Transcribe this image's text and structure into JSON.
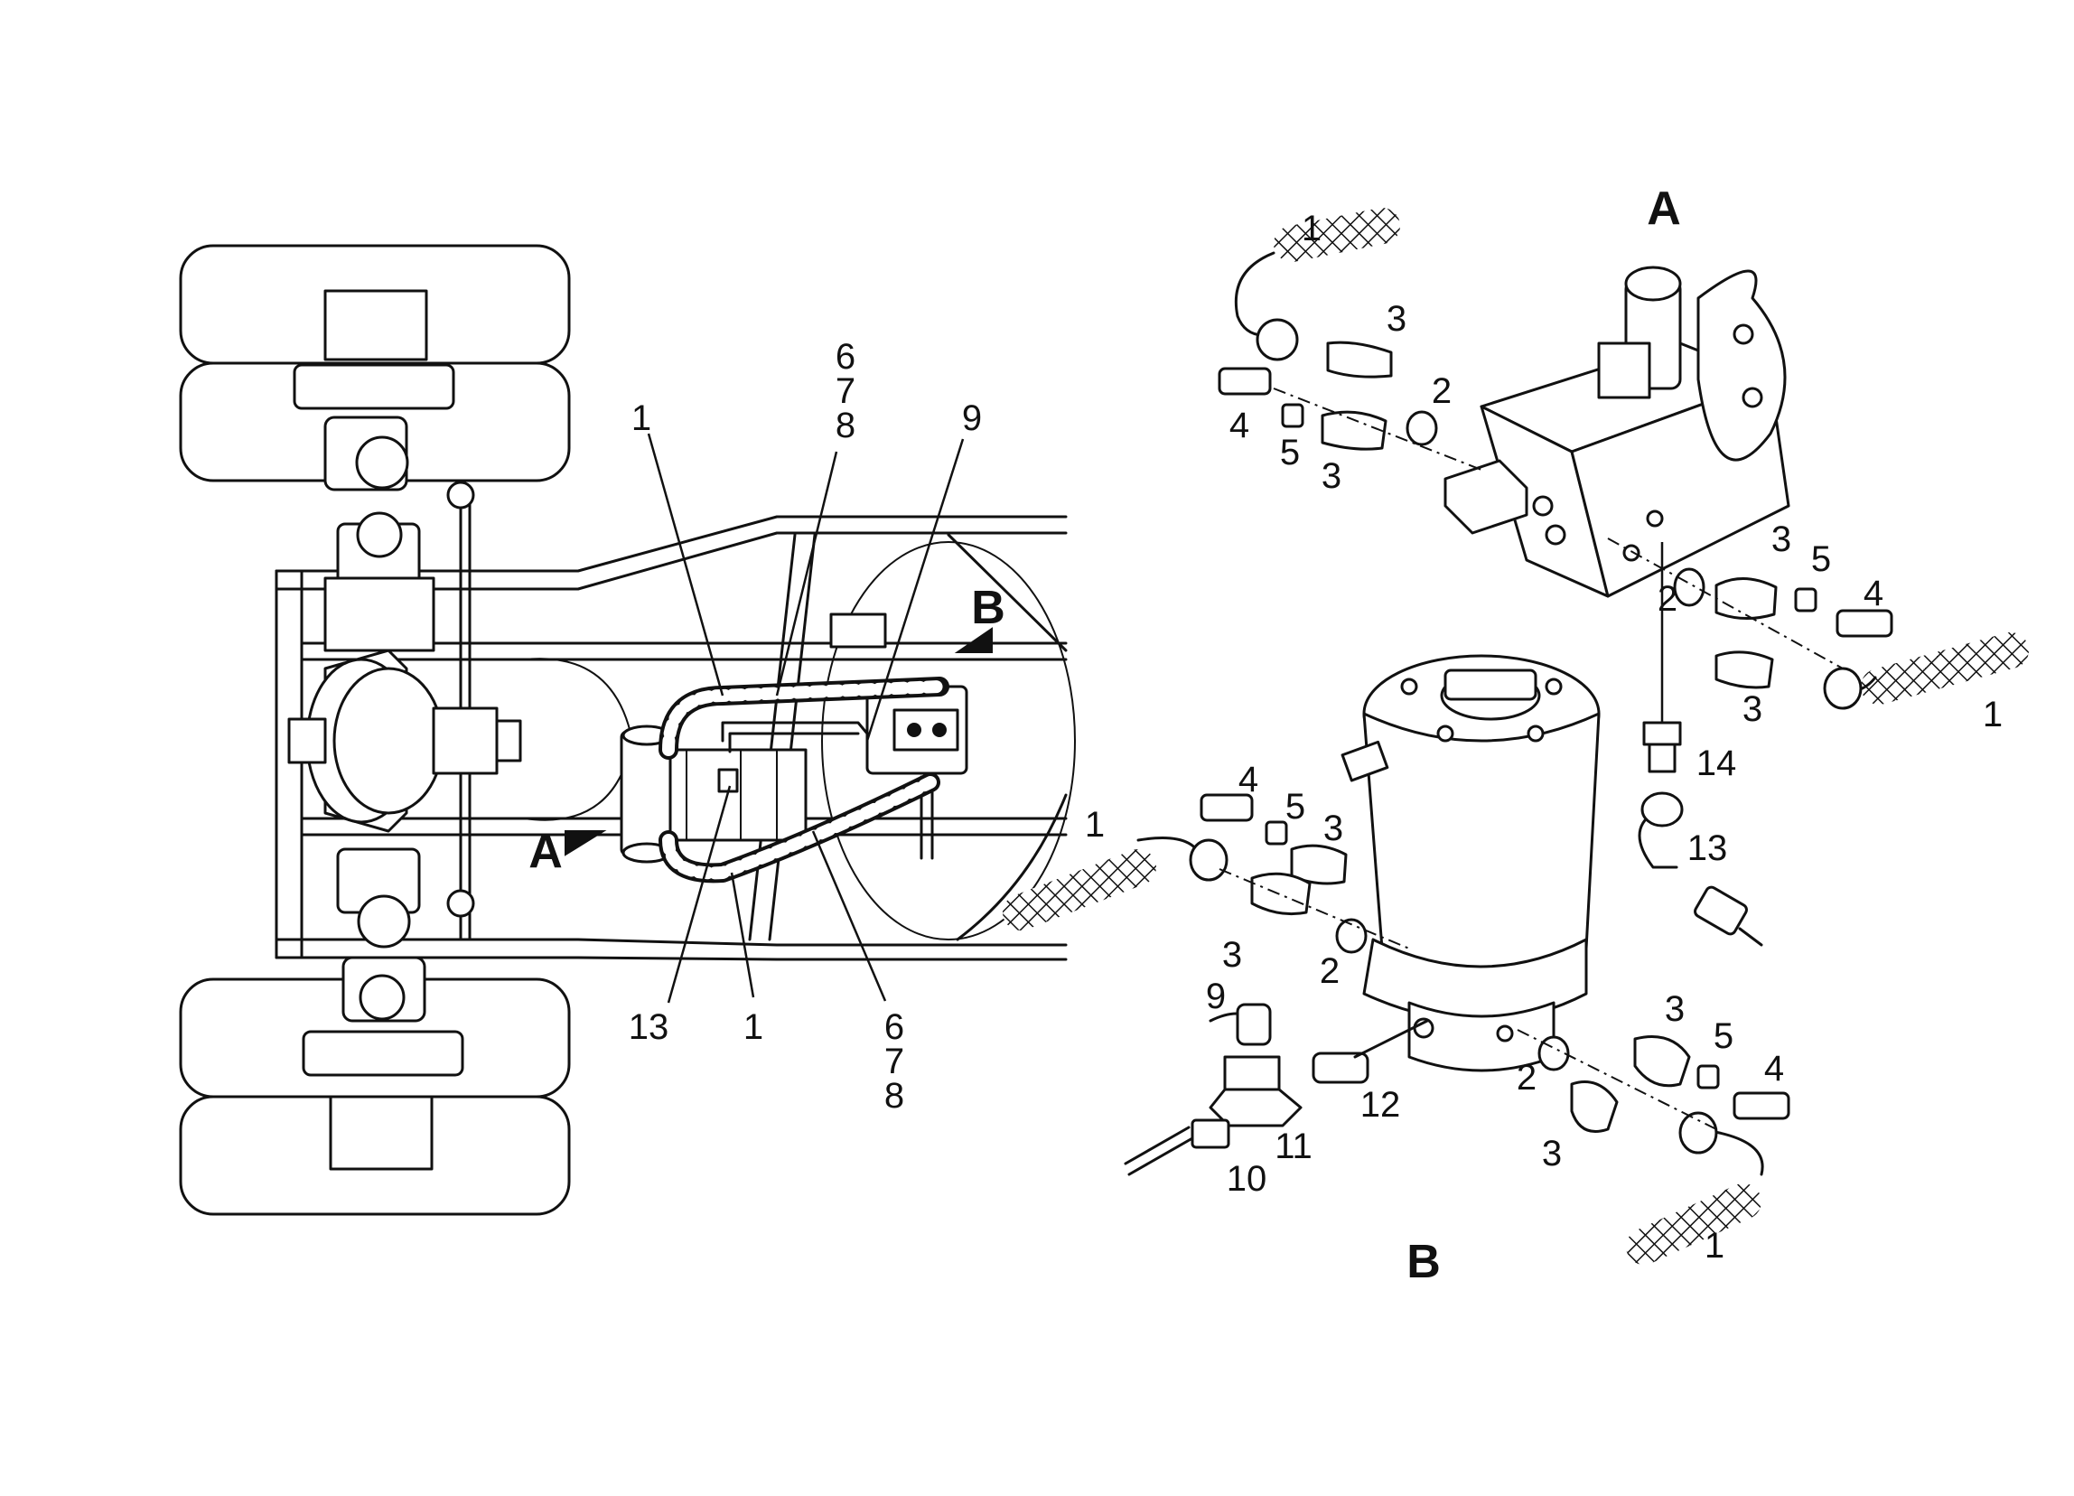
{
  "views": {
    "view_a": {
      "title": "A"
    },
    "view_b": {
      "title": "B"
    }
  },
  "overview": {
    "marker_a": "A",
    "marker_b": "B"
  },
  "callouts": {
    "c1": "1",
    "c2": "2",
    "c3": "3",
    "c4": "4",
    "c5": "5",
    "c6": "6",
    "c7": "7",
    "c8": "8",
    "c9": "9",
    "c10": "10",
    "c11": "11",
    "c12": "12",
    "c13": "13",
    "c14": "14"
  }
}
